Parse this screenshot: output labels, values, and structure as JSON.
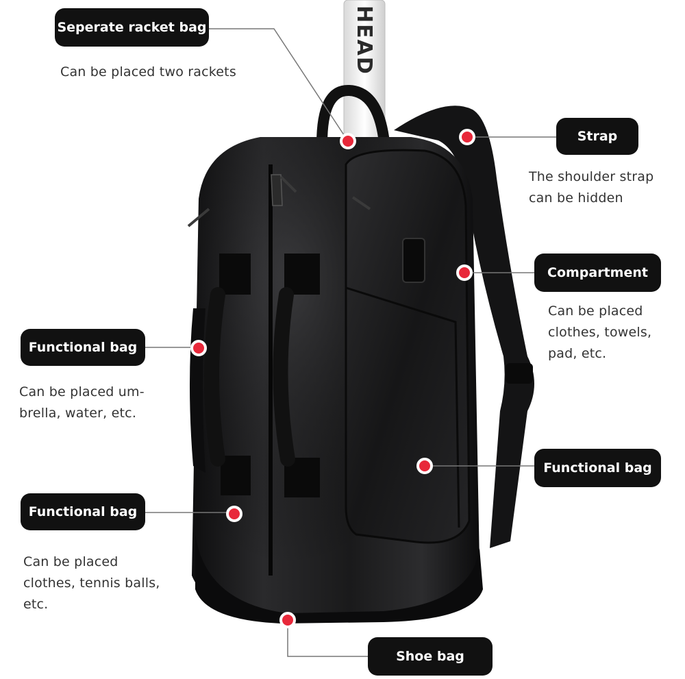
{
  "colors": {
    "pill_bg": "#111111",
    "pill_text": "#ffffff",
    "dot": "#e8283a",
    "line": "#777777",
    "bag": "#1c1c1e",
    "desc_text": "#333333"
  },
  "racket": {
    "brand": "HEAD"
  },
  "callouts": [
    {
      "label": "Seperate racket bag",
      "description": "Can be placed two rackets"
    },
    {
      "label": "Strap",
      "description": "The shoulder strap\ncan be hidden"
    },
    {
      "label": "Compartment",
      "description": "Can be placed\nclothes, towels,\npad, etc."
    },
    {
      "label": "Functional bag",
      "description": "Can be placed um-\nbrella, water, etc."
    },
    {
      "label": "Functional bag",
      "description": ""
    },
    {
      "label": "Functional bag",
      "description": "Can be placed\nclothes, tennis balls,\netc."
    },
    {
      "label": "Shoe bag",
      "description": ""
    }
  ]
}
